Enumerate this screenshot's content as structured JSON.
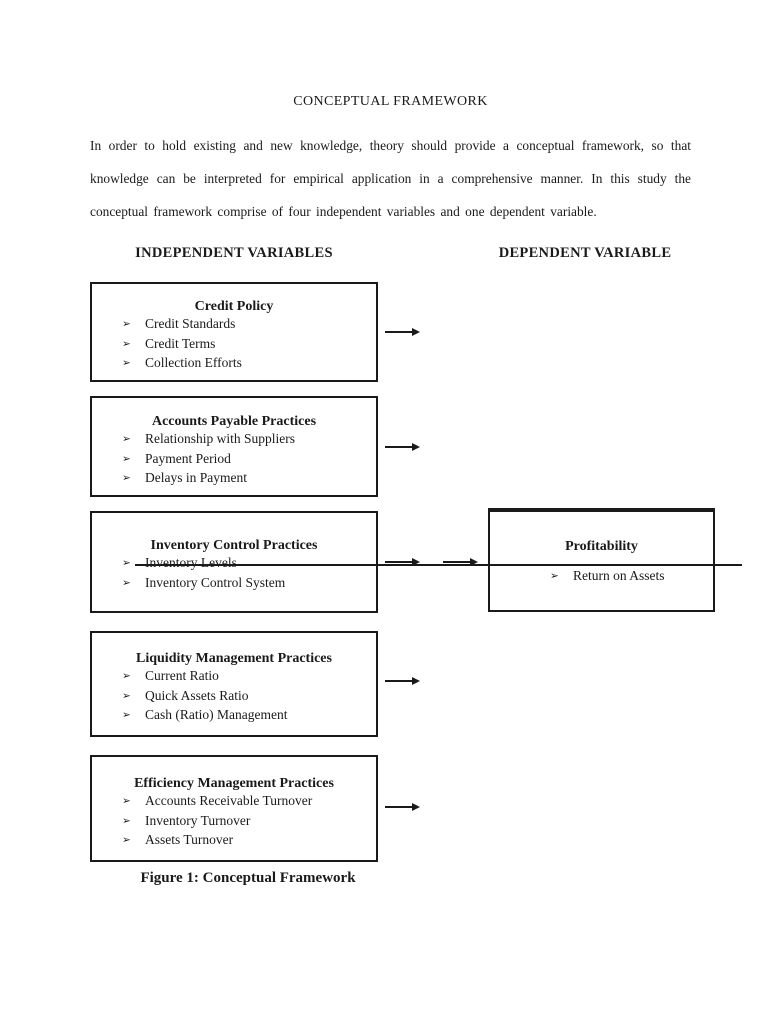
{
  "page": {
    "title": "CONCEPTUAL FRAMEWORK",
    "paragraph_lines": [
      "In order to hold existing and new knowledge, theory should provide a conceptual framework, so that",
      "knowledge can be interpreted for empirical application in a comprehensive manner. In this study the",
      "conceptual framework comprise of four independent variables and one dependent variable."
    ],
    "caption": "Figure 1: Conceptual Framework"
  },
  "columns": {
    "independent_header": "INDEPENDENT VARIABLES",
    "dependent_header": "DEPENDENT VARIABLE"
  },
  "bullet_glyph": "➢",
  "independent_boxes": [
    {
      "title": "Credit Policy",
      "items": [
        "Credit Standards",
        "Credit Terms",
        "Collection Efforts"
      ]
    },
    {
      "title": "Accounts Payable Practices",
      "items": [
        "Relationship with Suppliers",
        "Payment Period",
        "Delays in Payment"
      ]
    },
    {
      "title": "Inventory Control Practices",
      "items": [
        "Inventory Levels",
        "Inventory Control System"
      ]
    },
    {
      "title": "Liquidity Management Practices",
      "items": [
        "Current Ratio",
        "Quick Assets Ratio",
        "Cash (Ratio) Management"
      ]
    },
    {
      "title": "Efficiency Management Practices",
      "items": [
        "Accounts Receivable Turnover",
        "Inventory Turnover",
        "Assets Turnover"
      ]
    }
  ],
  "dependent_box": {
    "title": "Profitability",
    "items": [
      "Return on Assets"
    ]
  },
  "colors": {
    "ink": "#1a1a1a",
    "page_bg": "#ffffff"
  }
}
